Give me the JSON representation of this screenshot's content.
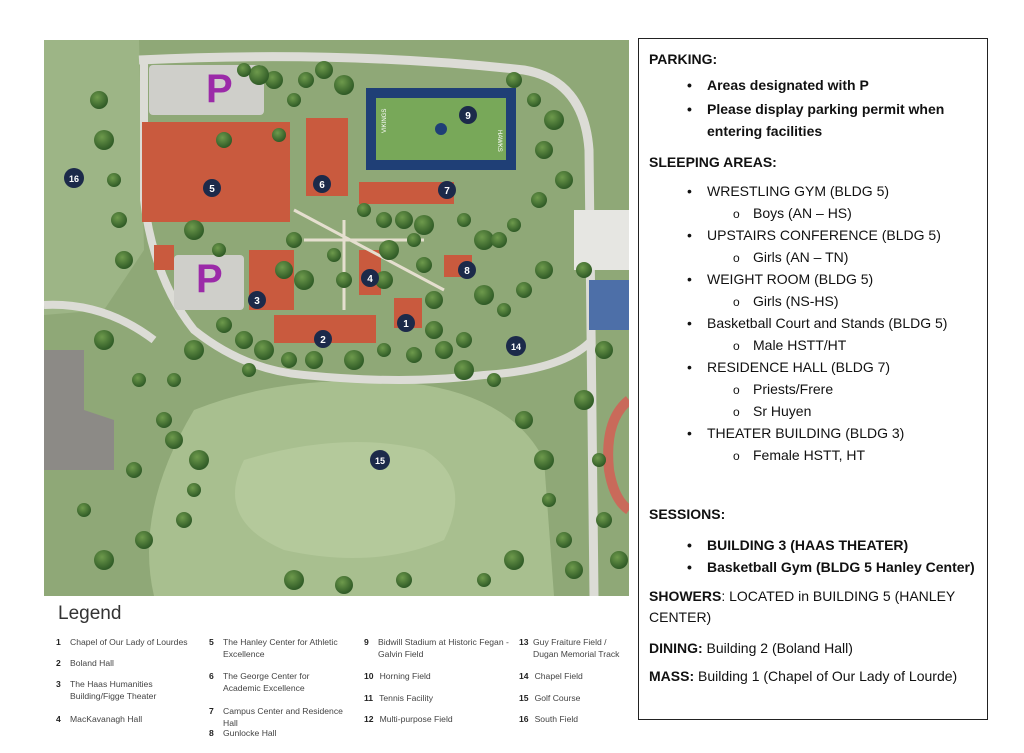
{
  "map": {
    "parking_marker": "P",
    "markers": [
      {
        "num": "1"
      },
      {
        "num": "2"
      },
      {
        "num": "3"
      },
      {
        "num": "4"
      },
      {
        "num": "5"
      },
      {
        "num": "6"
      },
      {
        "num": "7"
      },
      {
        "num": "8"
      },
      {
        "num": "9"
      },
      {
        "num": "14"
      },
      {
        "num": "15"
      },
      {
        "num": "16"
      }
    ],
    "field_text": [
      "VIKINGS",
      "HAWKS"
    ],
    "colors": {
      "grass": "#8aa672",
      "building": "#c95a3e",
      "marker": "#1c2a4a",
      "parking": "#9b2aa8",
      "road": "#d9d9d4",
      "track": "#c96a5a"
    }
  },
  "legend": {
    "title": "Legend",
    "items": [
      {
        "num": "1",
        "text": "Chapel of Our Lady of Lourdes"
      },
      {
        "num": "2",
        "text": "Boland Hall"
      },
      {
        "num": "3",
        "text": "The Haas Humanities Building/Figge Theater"
      },
      {
        "num": "4",
        "text": "MacKavanagh Hall"
      },
      {
        "num": "5",
        "text": "The Hanley Center for Athletic Excellence"
      },
      {
        "num": "6",
        "text": "The George Center for Academic Excellence"
      },
      {
        "num": "7",
        "text": "Campus Center and Residence Hall"
      },
      {
        "num": "8",
        "text": "Gunlocke Hall"
      },
      {
        "num": "9",
        "text": "Bidwill Stadium at Historic Fegan - Galvin Field"
      },
      {
        "num": "10",
        "text": "Horning Field"
      },
      {
        "num": "11",
        "text": "Tennis Facility"
      },
      {
        "num": "12",
        "text": "Multi-purpose Field"
      },
      {
        "num": "13",
        "text": "Guy Fraiture Field / Dugan Memorial Track"
      },
      {
        "num": "14",
        "text": "Chapel Field"
      },
      {
        "num": "15",
        "text": "Golf Course"
      },
      {
        "num": "16",
        "text": "South Field"
      }
    ]
  },
  "info": {
    "parking_heading": "PARKING:",
    "parking_items": [
      "Areas designated with P",
      "Please display parking permit when entering facilities"
    ],
    "sleeping_heading": "SLEEPING AREAS:",
    "sleeping": [
      {
        "area": "WRESTLING GYM (BLDG 5)",
        "sub": [
          "Boys (AN – HS)"
        ]
      },
      {
        "area": "UPSTAIRS CONFERENCE (BLDG 5)",
        "sub": [
          "Girls (AN – TN)"
        ]
      },
      {
        "area": "WEIGHT ROOM (BLDG 5)",
        "sub": [
          "Girls (NS-HS)"
        ]
      },
      {
        "area": "Basketball Court and Stands (BLDG 5)",
        "sub": [
          "Male HSTT/HT"
        ]
      },
      {
        "area": "RESIDENCE HALL (BLDG 7)",
        "sub": [
          "Priests/Frere",
          "Sr Huyen"
        ]
      },
      {
        "area": "THEATER BUILDING (BLDG 3)",
        "sub": [
          "Female HSTT, HT"
        ]
      }
    ],
    "sessions_heading": "SESSIONS:",
    "sessions": [
      "BUILDING 3 (HAAS THEATER)",
      "Basketball Gym (BLDG 5 Hanley Center)"
    ],
    "showers_label": "SHOWERS",
    "showers_text": ": LOCATED in BUILDING 5 (HANLEY CENTER)",
    "dining_label": "DINING:",
    "dining_text": " Building 2 (Boland Hall)",
    "mass_label": "MASS:",
    "mass_text": " Building 1 (Chapel of Our Lady of Lourde)"
  }
}
